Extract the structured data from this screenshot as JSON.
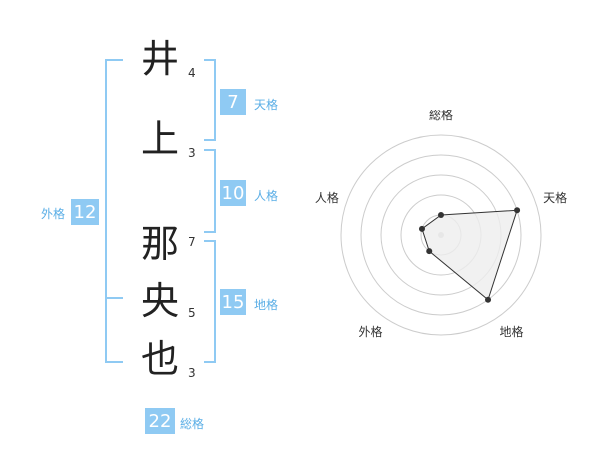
{
  "name": {
    "chars": [
      {
        "char": "井",
        "strokes": "4"
      },
      {
        "char": "上",
        "strokes": "3"
      },
      {
        "char": "那",
        "strokes": "7"
      },
      {
        "char": "央",
        "strokes": "5"
      },
      {
        "char": "也",
        "strokes": "3"
      }
    ]
  },
  "kakusu": {
    "tenkaku": {
      "value": "7",
      "label": "天格"
    },
    "jinkaku": {
      "value": "10",
      "label": "人格"
    },
    "chikaku": {
      "value": "15",
      "label": "地格"
    },
    "gaikaku": {
      "value": "12",
      "label": "外格"
    },
    "soukaku": {
      "value": "22",
      "label": "総格"
    }
  },
  "colors": {
    "accent": "#8fcaf3",
    "accent_text": "#5aaee6"
  },
  "chart_data": {
    "type": "radar",
    "axes": [
      "総格",
      "天格",
      "地格",
      "外格",
      "人格"
    ],
    "values": [
      1.0,
      4.0,
      4.0,
      1.0,
      1.0
    ],
    "rmax": 5,
    "grid_rings": [
      1,
      2,
      3,
      4,
      5
    ]
  }
}
